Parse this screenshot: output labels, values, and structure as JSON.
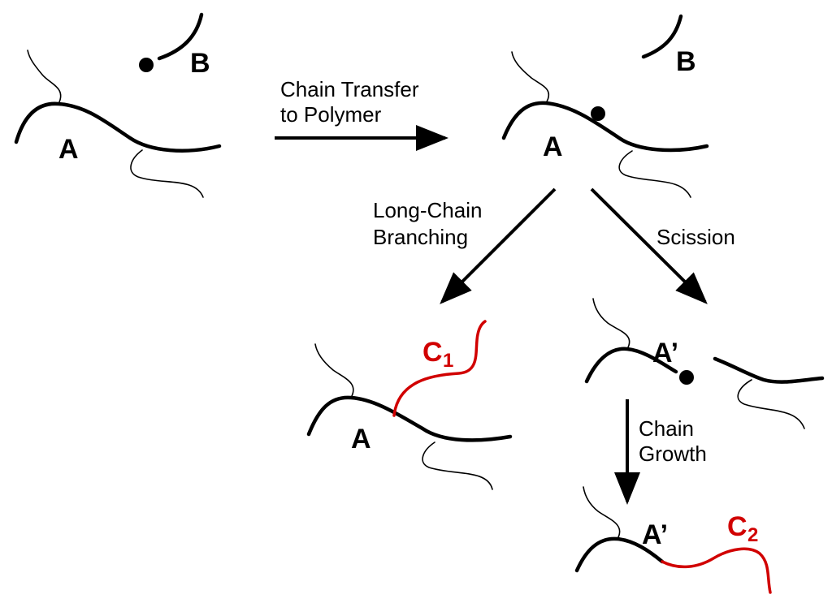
{
  "labels": {
    "a_start": "A",
    "b_start": "B",
    "a_transfer": "A",
    "b_transfer": "B",
    "a_branch": "A",
    "c1_letter": "C",
    "c1_sub": "1",
    "a_prime_scission": "A’",
    "a_prime_growth": "A’",
    "c2_letter": "C",
    "c2_sub": "2"
  },
  "steps": {
    "chain_transfer_line1": "Chain Transfer",
    "chain_transfer_line2": "to Polymer",
    "long_chain_line1": "Long-Chain",
    "long_chain_line2": "Branching",
    "scission": "Scission",
    "chain_growth_line1": "Chain",
    "chain_growth_line2": "Growth"
  },
  "colors": {
    "chain": "#000000",
    "new_chain": "#d10000"
  }
}
